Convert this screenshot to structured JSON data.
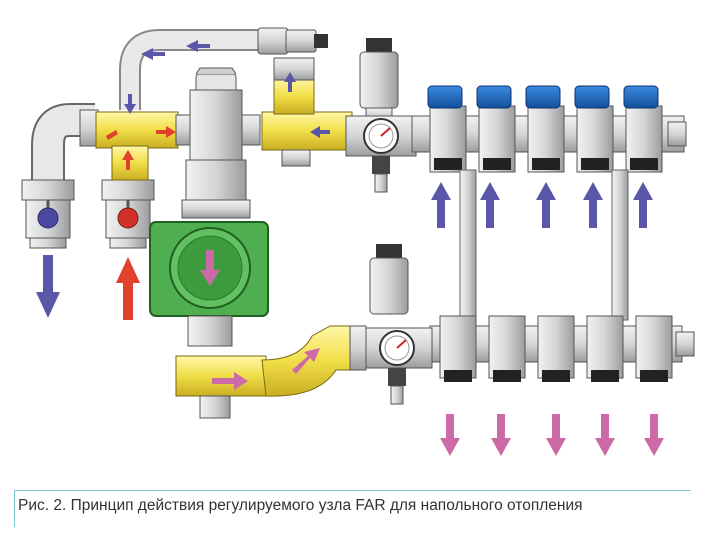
{
  "figure": {
    "caption": "Рис. 2. Принцип действия регулируемого узла FAR для напольного отопления"
  },
  "colors": {
    "blue_arrow": "#5a56a8",
    "red_arrow": "#e0412c",
    "pink_arrow": "#cc6aa8",
    "brass": "#f4e65a",
    "pump_green": "#3d9a3d",
    "knob_blue": "#1b62b8",
    "steel": "#d9dadb",
    "caption_line": "#7cc6d6"
  },
  "components": [
    "supply-manifold",
    "return-manifold",
    "circulation-pump",
    "thermostatic-mixing-valve",
    "air-vent-top",
    "air-vent-bottom",
    "thermometer-top",
    "thermometer-bottom",
    "ball-valve-blue",
    "ball-valve-red",
    "bypass-pipe"
  ]
}
